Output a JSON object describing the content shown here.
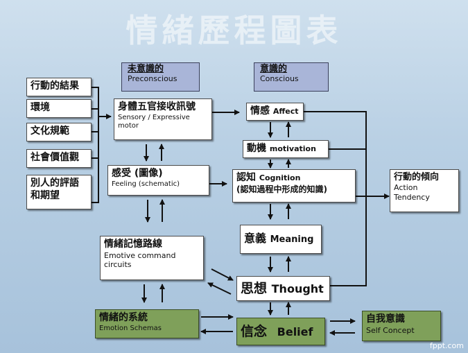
{
  "title": "情緒歷程圖表",
  "headers": {
    "preconscious": {
      "zh": "未意識的",
      "en": "Preconscious"
    },
    "conscious": {
      "zh": "意識的",
      "en": "Conscious"
    }
  },
  "inputs": [
    "行動的結果",
    "環境",
    "文化規範",
    "社會價值觀",
    "別人的評語和期望"
  ],
  "nodes": {
    "sensory": {
      "zh": "身體五官接收訊號",
      "en": "Sensory / Expressive motor"
    },
    "feeling": {
      "zh": "感受 (圖像)",
      "en": "Feeling (schematic)"
    },
    "emotive": {
      "zh": "情緒記憶路線",
      "en": "Emotive command circuits"
    },
    "schemas": {
      "zh": "情緒的系統",
      "en": "Emotion Schemas"
    },
    "affect": {
      "zh": "情感",
      "en": "Affect"
    },
    "motivation": {
      "zh": "動機",
      "en": "motivation"
    },
    "cognition": {
      "zh": "認知",
      "en": "Cognition",
      "sub": "(認知過程中形成的知識)"
    },
    "meaning": {
      "zh": "意義",
      "en": "Meaning"
    },
    "thought": {
      "zh": "思想",
      "en": "Thought"
    },
    "belief": {
      "zh": "信念",
      "en": "Belief"
    },
    "self": {
      "zh": "自我意識",
      "en": "Self Concept"
    },
    "action": {
      "zh": "行動的傾向",
      "en": "Action Tendency"
    }
  },
  "credit": "fppt.com",
  "colors": {
    "header": "#a9b5d8",
    "green": "#7fa05a",
    "box": "#ffffff",
    "arrow": "#111111"
  }
}
